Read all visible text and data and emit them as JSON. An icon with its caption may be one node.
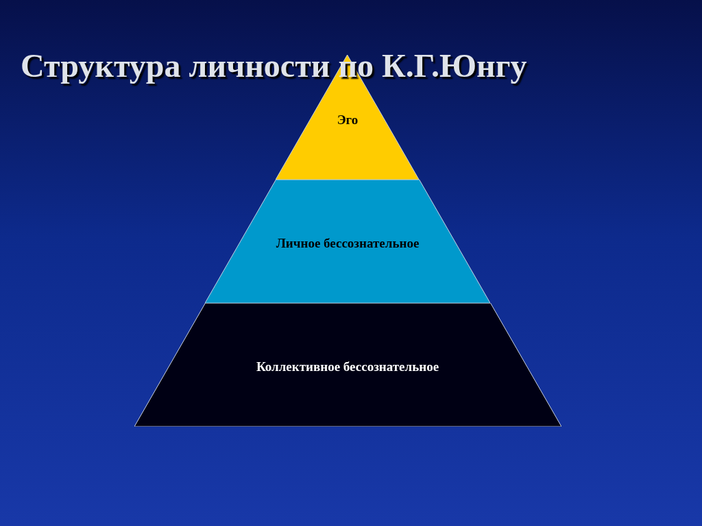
{
  "diagram": {
    "title": "Структура личности по К.Г.Юнгу",
    "nodes": [
      {
        "text": [
          "Эго"
        ]
      },
      {
        "text": [
          "Личное бессознательное"
        ]
      },
      {
        "text": [
          "Коллективное бессознательное"
        ]
      }
    ]
  }
}
